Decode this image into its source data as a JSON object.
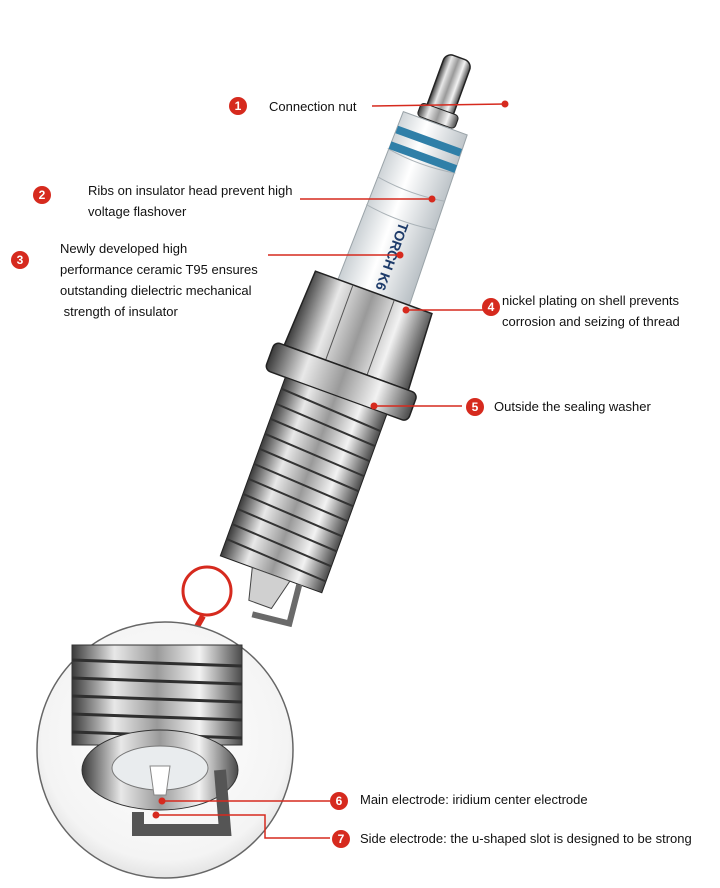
{
  "callouts": [
    {
      "number": "1",
      "lines": [
        "Connection nut"
      ]
    },
    {
      "number": "2",
      "lines": [
        "Ribs on insulator head prevent high",
        "voltage flashover"
      ]
    },
    {
      "number": "3",
      "lines": [
        "Newly developed high",
        "performance ceramic T95 ensures",
        "outstanding dielectric mechanical",
        " strength of insulator"
      ]
    },
    {
      "number": "4",
      "lines": [
        "nickel plating on shell prevents",
        "corrosion and seizing of thread"
      ]
    },
    {
      "number": "5",
      "lines": [
        "Outside the sealing washer"
      ]
    },
    {
      "number": "6",
      "lines": [
        "Main electrode: iridium center electrode"
      ]
    },
    {
      "number": "7",
      "lines": [
        "Side electrode: the u-shaped slot is designed to be strong"
      ]
    }
  ],
  "insulator_print": "TORCH K6",
  "colors": {
    "accent": "#d62a1e",
    "stripe": "#2f7fa8",
    "leader": "#d62a1e"
  }
}
